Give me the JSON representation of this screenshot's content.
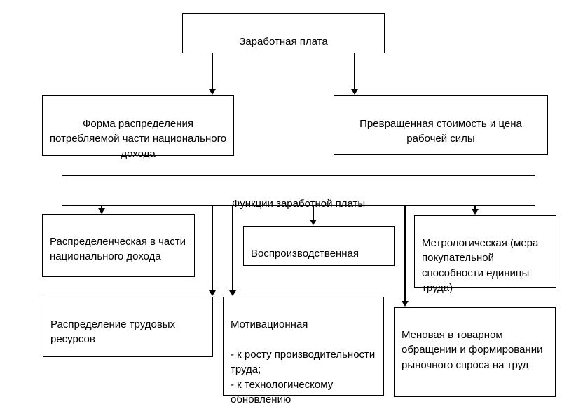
{
  "diagram": {
    "colors": {
      "background": "#ffffff",
      "border": "#000000",
      "text": "#000000",
      "arrow": "#000000"
    },
    "nodes": {
      "root": {
        "label": "Заработная плата"
      },
      "forma": {
        "label": "Форма распределения\nпотребляемой части национального\nдохода"
      },
      "prevrashchennaya": {
        "label": "Превращенная стоимость и цена\nрабочей силы"
      },
      "funkcii": {
        "label": "Функции заработной платы"
      },
      "raspredelencheskaya": {
        "label": "Распределенческая в части\nнационального дохода"
      },
      "vosproizvodstvennaya": {
        "label": "Воспроизводственная"
      },
      "metrologicheskaya": {
        "label": "Метрологическая (мера\nпокупательной\nспособности единицы\nтруда)"
      },
      "raspredelenie_trudovyh": {
        "label": "Распределение трудовых\nресурсов"
      },
      "motivacionnaya": {
        "label": "Мотивационная\n\n- к росту производительности\nтруда;\n- к технологическому\nобновлению"
      },
      "menovaya": {
        "label": "Меновая в товарном\nобращении и формировании\nрыночного спроса на труд"
      }
    }
  }
}
